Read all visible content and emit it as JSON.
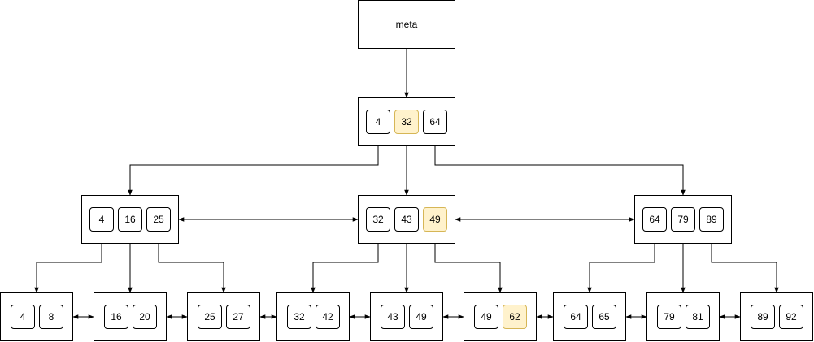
{
  "meta": {
    "label": "meta"
  },
  "root": {
    "keys": [
      "4",
      "32",
      "64"
    ],
    "highlight": [
      1
    ]
  },
  "internal": [
    {
      "keys": [
        "4",
        "16",
        "25"
      ],
      "highlight": []
    },
    {
      "keys": [
        "32",
        "43",
        "49"
      ],
      "highlight": [
        2
      ]
    },
    {
      "keys": [
        "64",
        "79",
        "89"
      ],
      "highlight": []
    }
  ],
  "leaves": [
    {
      "keys": [
        "4",
        "8"
      ],
      "highlight": []
    },
    {
      "keys": [
        "16",
        "20"
      ],
      "highlight": []
    },
    {
      "keys": [
        "25",
        "27"
      ],
      "highlight": []
    },
    {
      "keys": [
        "32",
        "42"
      ],
      "highlight": []
    },
    {
      "keys": [
        "43",
        "49"
      ],
      "highlight": []
    },
    {
      "keys": [
        "49",
        "62"
      ],
      "highlight": [
        1
      ]
    },
    {
      "keys": [
        "64",
        "65"
      ],
      "highlight": []
    },
    {
      "keys": [
        "79",
        "81"
      ],
      "highlight": []
    },
    {
      "keys": [
        "89",
        "92"
      ],
      "highlight": []
    }
  ],
  "colors": {
    "highlight_fill": "#fff2cc",
    "highlight_stroke": "#d6b656",
    "line": "#000000"
  }
}
